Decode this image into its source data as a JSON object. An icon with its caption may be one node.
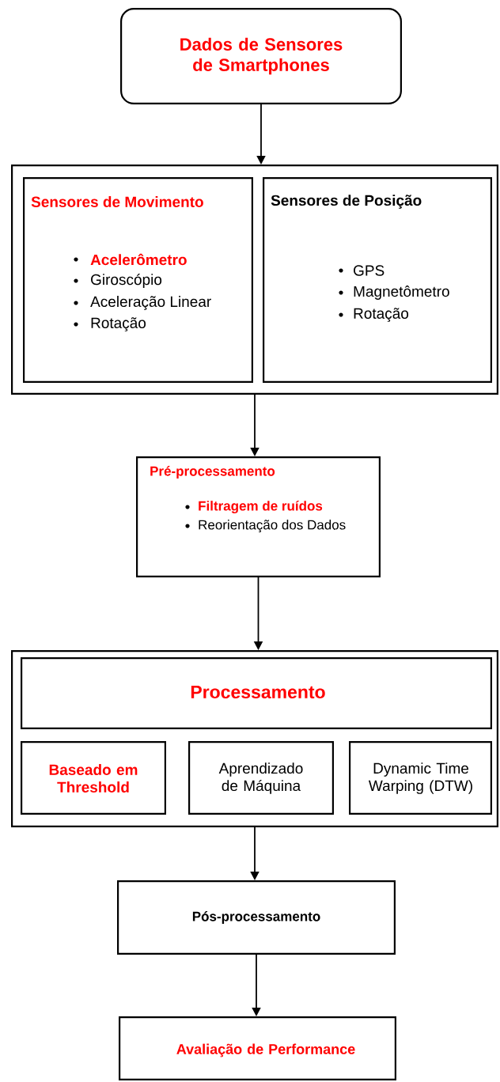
{
  "diagram": {
    "nodes": [
      {
        "text": [
          "Dados de Sensores de Smartphones"
        ]
      },
      {
        "text": [],
        "shape": "box"
      },
      {
        "text": [
          "Sensores de Movimento",
          "Acelerômetro",
          "Giroscópio",
          "Aceleração Linear",
          "Rotação"
        ],
        "in": 1
      },
      {
        "text": [
          "Sensores de Posição",
          "GPS",
          "Magnetômetro",
          "Rotação"
        ],
        "in": 1
      },
      {
        "text": [
          "Pré-processamento",
          "Filtragem de ruídos",
          "Reorientação dos Dados"
        ]
      },
      {
        "text": [],
        "shape": "box"
      },
      {
        "text": [
          "Processamento"
        ],
        "in": 5
      },
      {
        "text": [
          "Baseado em Threshold"
        ],
        "in": 5
      },
      {
        "text": [
          "Aprendizado de Máquina"
        ],
        "in": 5
      },
      {
        "text": [
          "Dynamic Time Warping (DTW)"
        ],
        "in": 5
      },
      {
        "text": [
          "Pós-processamento"
        ]
      },
      {
        "text": [
          "Avaliação de Performance"
        ]
      }
    ],
    "edges": [
      {
        "from": 0,
        "to": 1,
        "arrow": "to"
      },
      {
        "from": 1,
        "to": 4,
        "arrow": "to"
      },
      {
        "from": 4,
        "to": 5,
        "arrow": "to"
      },
      {
        "from": 5,
        "to": 10,
        "arrow": "to"
      },
      {
        "from": 10,
        "to": 11,
        "arrow": "to"
      }
    ]
  }
}
